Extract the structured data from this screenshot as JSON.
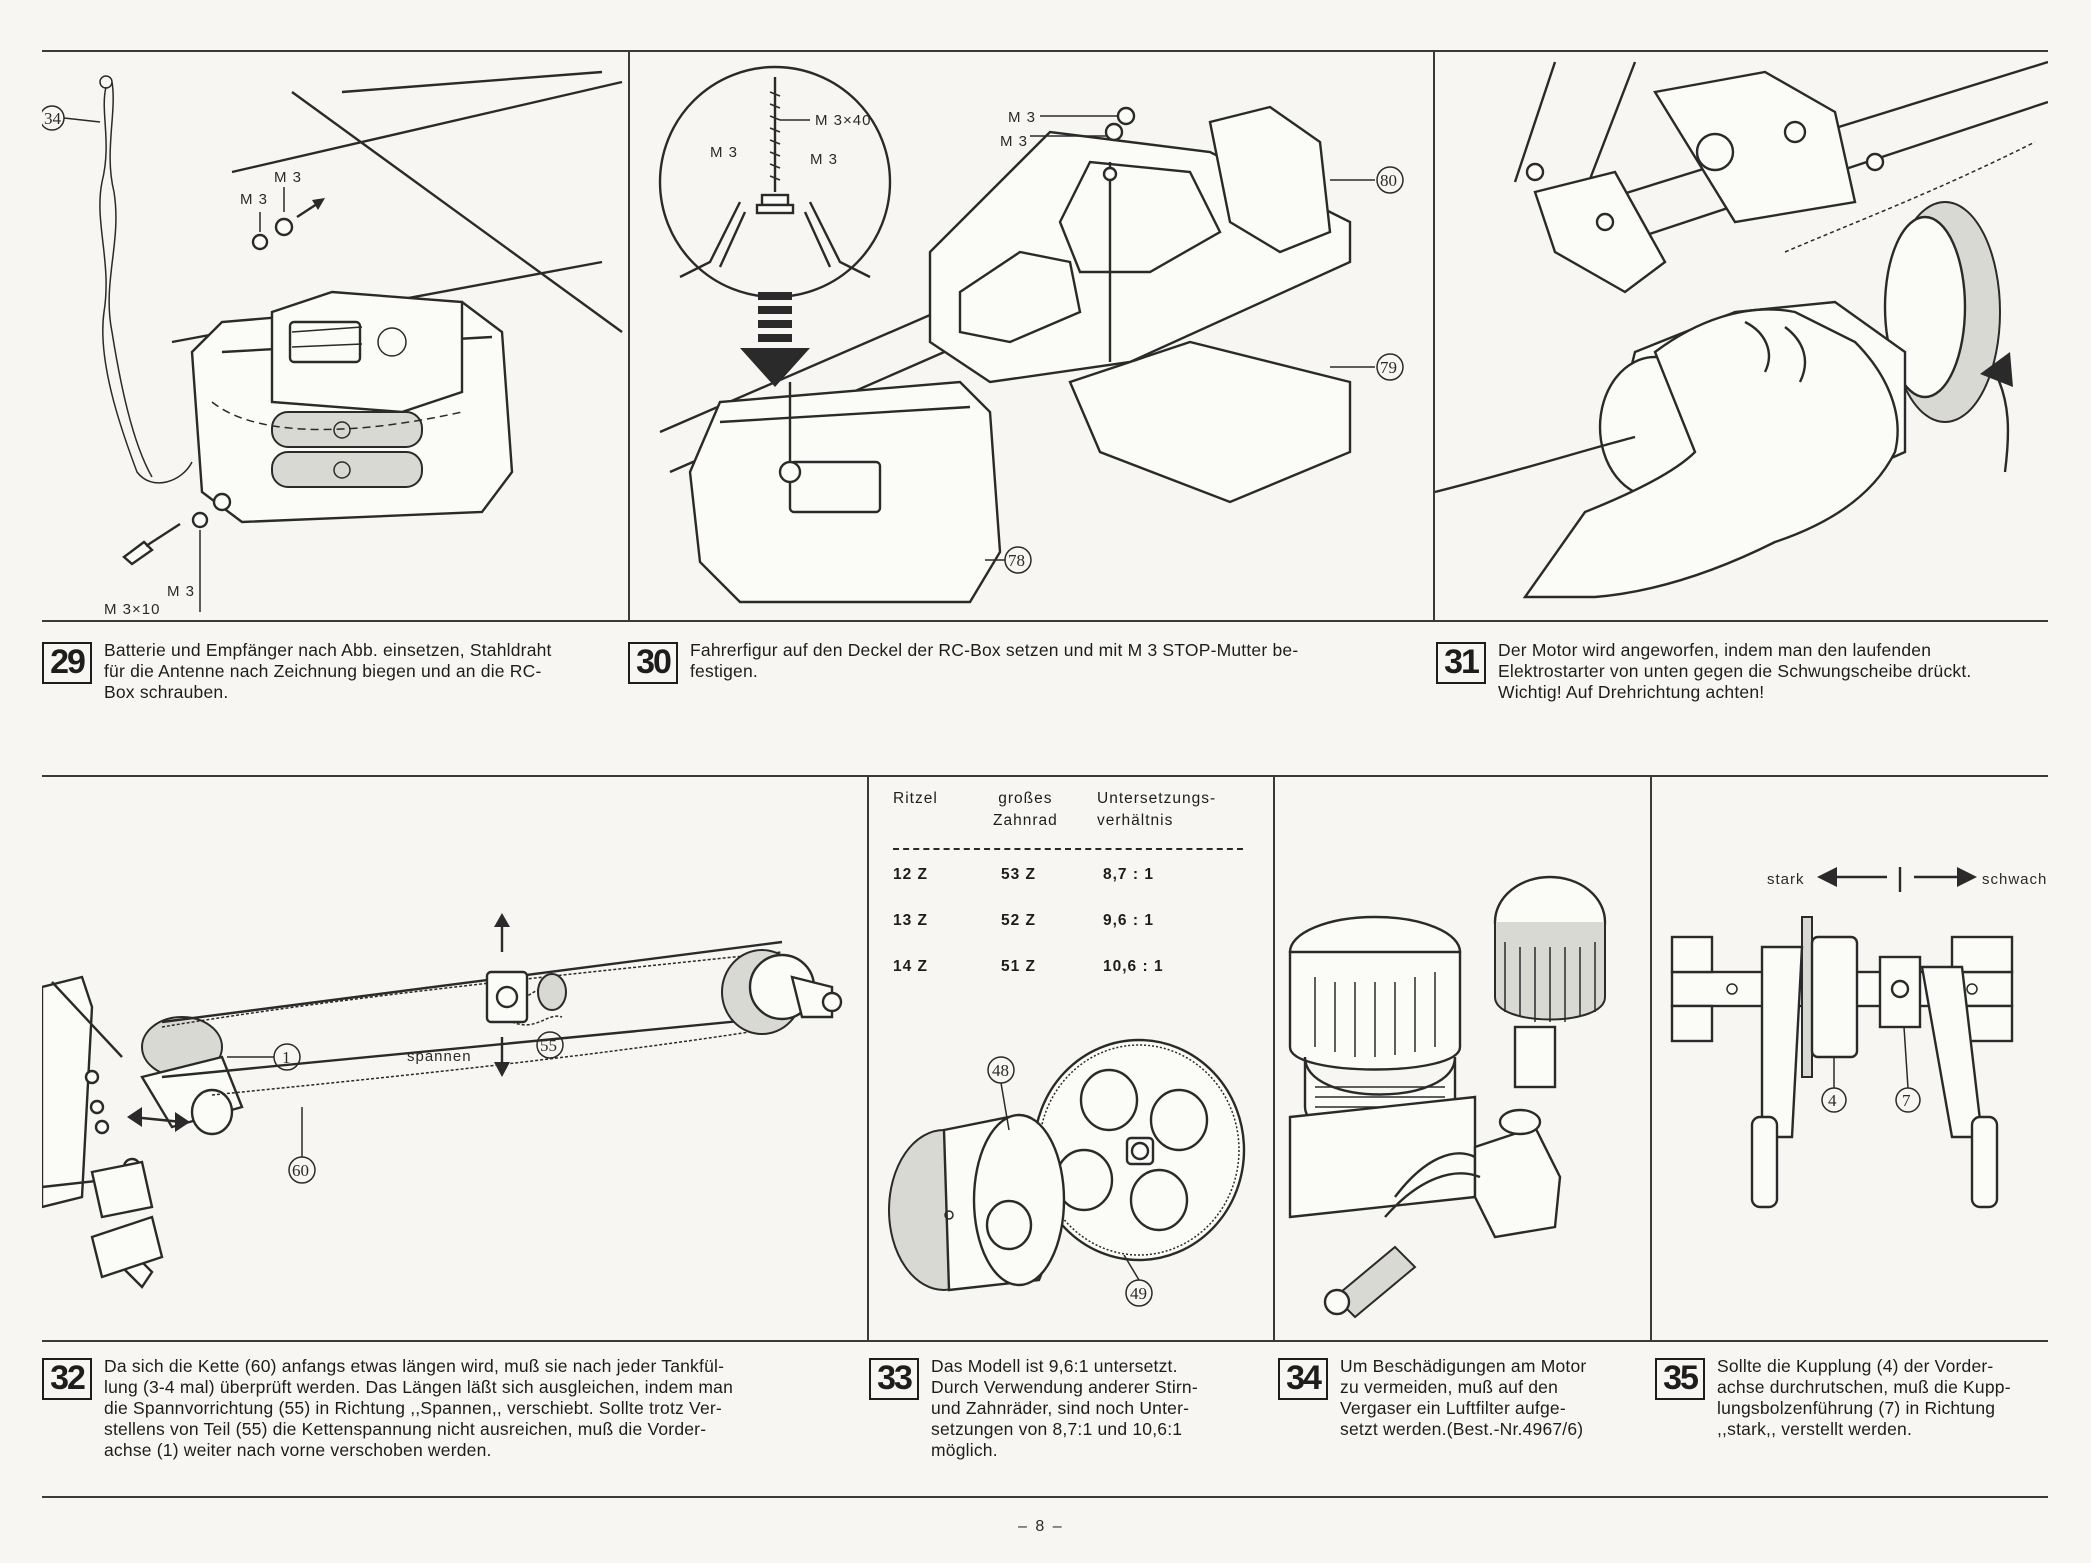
{
  "steps": [
    {
      "number": "29",
      "text": "Batterie und Empfänger nach Abb. einsetzen, Stahldraht\nfür die Antenne nach Zeichnung biegen und an die RC-\nBox schrauben."
    },
    {
      "number": "30",
      "text": "Fahrerfigur auf den Deckel der RC-Box setzen und mit M 3 STOP-Mutter be-\nfestigen."
    },
    {
      "number": "31",
      "text": "Der Motor wird angeworfen, indem man den laufenden\nElektrostarter von unten gegen die Schwungscheibe drückt.\nWichtig! Auf Drehrichtung achten!"
    },
    {
      "number": "32",
      "text": "Da sich die Kette (60) anfangs etwas längen wird, muß sie nach jeder Tankfül-\nlung  (3-4 mal) überprüft werden. Das Längen läßt sich ausgleichen, indem man\ndie Spannvorrichtung (55) in Richtung ,,Spannen,, verschiebt. Sollte trotz Ver-\nstellens von Teil (55) die Kettenspannung nicht ausreichen, muß die Vorder-\nachse (1) weiter nach vorne verschoben werden."
    },
    {
      "number": "33",
      "text": "Das Modell ist 9,6:1 untersetzt.\nDurch Verwendung anderer Stirn-\nund Zahnräder, sind noch Unter-\nsetzungen von 8,7:1 und 10,6:1\nmöglich."
    },
    {
      "number": "34",
      "text": "Um Beschädigungen am Motor\nzu vermeiden, muß auf den\nVergaser ein Luftfilter aufge-\nsetzt werden.(Best.-Nr.4967/6)"
    },
    {
      "number": "35",
      "text": "Sollte die Kupplung (4) der Vorder-\nachse durchrutschen, muß die Kupp-\nlungsbolzenführung (7) in Richtung\n,,stark,, verstellt werden."
    }
  ],
  "fig29": {
    "callout": "34",
    "m3_a": "M 3",
    "m3_b": "M 3",
    "m3_c": "M 3",
    "screw": "M 3×10"
  },
  "fig30": {
    "m3x40": "M 3×40",
    "m3_left": "M 3",
    "m3_right": "M 3",
    "m3_top": "M 3",
    "m3_mid": "M 3",
    "part80": "80",
    "part79": "79",
    "part78": "78"
  },
  "fig32": {
    "spannen": "spannen",
    "part55": "55",
    "part1": "1",
    "part60": "60"
  },
  "ratio_table": {
    "headers": [
      "Ritzel",
      "großes\nZahnrad",
      "Untersetzungs-\nverhältnis"
    ],
    "rows": [
      [
        "12 Z",
        "53 Z",
        "8,7 : 1"
      ],
      [
        "13 Z",
        "52 Z",
        "9,6 : 1"
      ],
      [
        "14 Z",
        "51 Z",
        "10,6 : 1"
      ]
    ]
  },
  "fig33": {
    "part48": "48",
    "part49": "49"
  },
  "fig35": {
    "stark": "stark",
    "schwach": "schwach",
    "part4": "4",
    "part7": "7"
  },
  "page_number": "– 8 –"
}
